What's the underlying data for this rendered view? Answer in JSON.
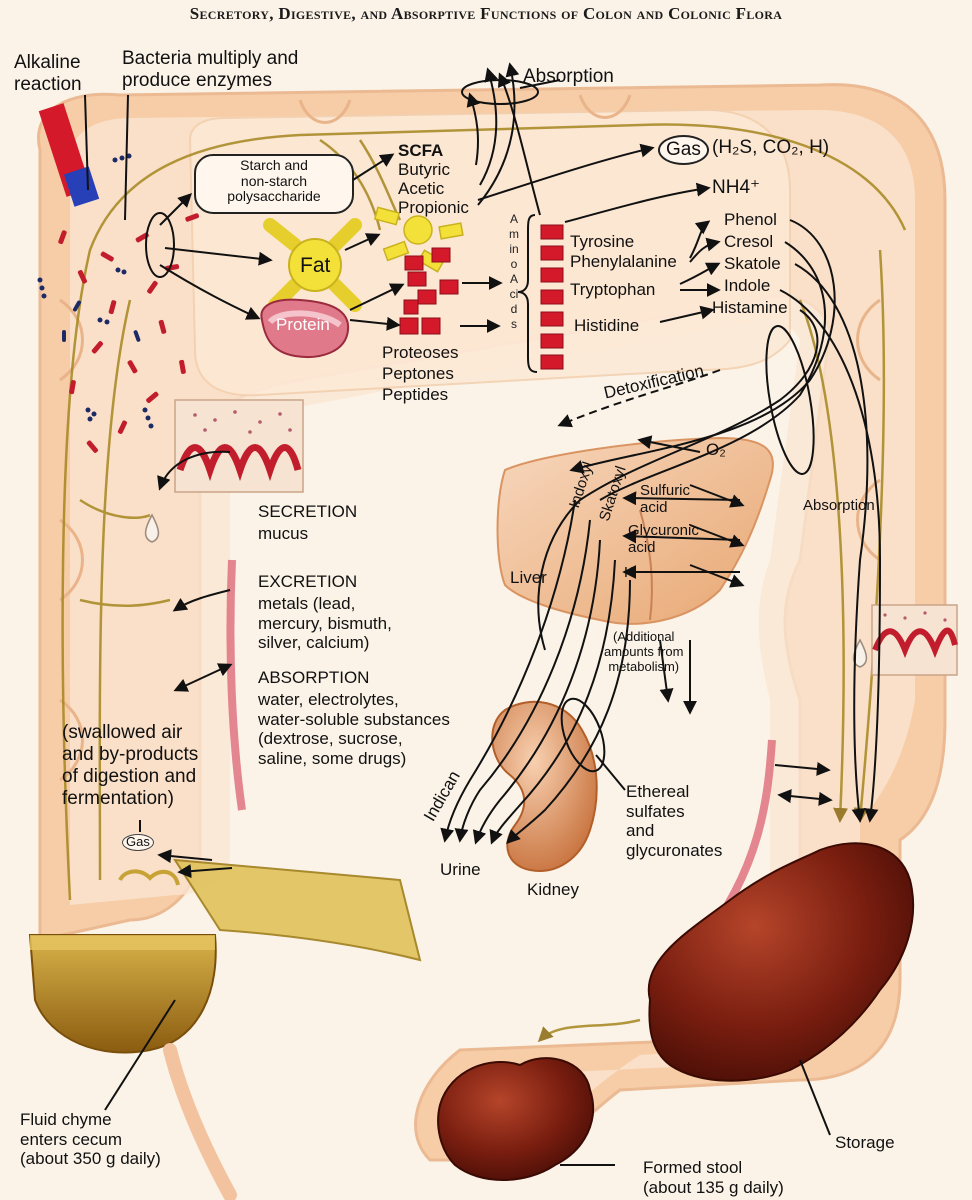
{
  "title": "Secretory, Digestive, and Absorptive Functions of Colon and Colonic Flora",
  "labels": {
    "alkaline_reaction": "Alkaline\nreaction",
    "bacteria": "Bacteria multiply and\nproduce enzymes",
    "absorption_top": "Absorption",
    "starch": "Starch and\nnon-starch\npolysaccharide",
    "scfa": "SCFA",
    "butyric": "Butyric",
    "acetic": "Acetic",
    "propionic": "Propionic",
    "gas_top": "Gas",
    "gas_formula": "(H₂S, CO₂, H)",
    "nh4": "NH4⁺",
    "fat": "Fat",
    "protein": "Protein",
    "amino_acids": "Amino Acids",
    "tyrosine": "Tyrosine",
    "phenylalanine": "Phenylalanine",
    "tryptophan": "Tryptophan",
    "histidine": "Histidine",
    "phenol": "Phenol",
    "cresol": "Cresol",
    "skatole": "Skatole",
    "indole": "Indole",
    "histamine": "Histamine",
    "proteoses": "Proteoses",
    "peptones": "Peptones",
    "peptides": "Peptides",
    "detoxification": "Detoxification",
    "indoxyl": "Indoxyl",
    "skatoxyl": "Skatoxyl",
    "o2": "O₂",
    "sulfuric_acid": "Sulfuric\nacid",
    "glycuronic_acid": "Glycuronic\nacid",
    "k": "K",
    "liver": "Liver",
    "absorption_right": "Absorption",
    "secretion": "SECRETION",
    "mucus": "mucus",
    "excretion": "EXCRETION",
    "excretion_detail": "metals (lead,\nmercury, bismuth,\nsilver, calcium)",
    "absorption_mid": "ABSORPTION",
    "absorption_detail": "water, electrolytes,\nwater-soluble substances\n(dextrose, sucrose,\nsaline, some drugs)",
    "additional": "(Additional\namounts from\nmetabolism)",
    "swallowed_air": "(swallowed air\nand by-products\nof digestion and\nfermentation)",
    "gas_bottom": "Gas",
    "indican": "Indican",
    "urine": "Urine",
    "kidney": "Kidney",
    "ethereal": "Ethereal\nsulfates\nand\nglycuronates",
    "fluid_chyme": "Fluid chyme\nenters cecum\n(about 350 g daily)",
    "storage": "Storage",
    "formed_stool": "Formed stool\n(about 135 g daily)"
  },
  "colors": {
    "colon_fill": "#f6c9a0",
    "colon_inner": "#fbe6d3",
    "bacteria_red": "#c21d2c",
    "bacteria_blue": "#1d2a66",
    "fat_yellow": "#f3e13a",
    "stool_brown": "#7a1e10",
    "arrow": "#111111"
  }
}
